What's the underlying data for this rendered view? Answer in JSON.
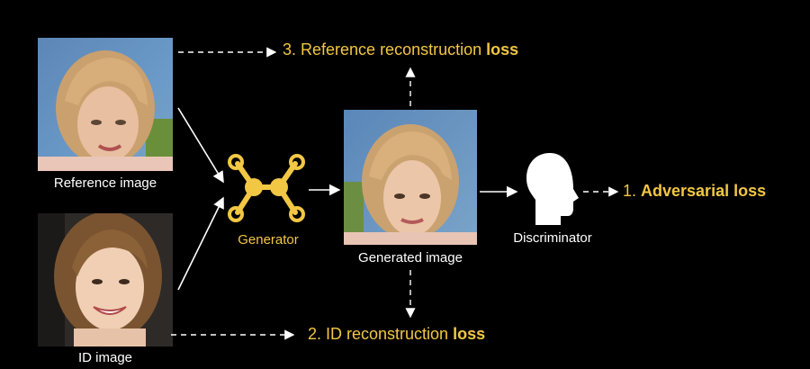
{
  "colors": {
    "background": "#000000",
    "accent": "#f2c744",
    "text": "#ffffff"
  },
  "inputs": {
    "reference": {
      "label": "Reference image",
      "photo": "blonde woman with bangs, blurred studio background"
    },
    "id": {
      "label": "ID image",
      "photo": "brunette woman smiling, outdoor event background"
    }
  },
  "generator": {
    "label": "Generator",
    "icon": "generator-network-icon"
  },
  "output": {
    "label": "Generated image",
    "photo": "face-swapped portrait, blonde hair with bangs"
  },
  "discriminator": {
    "label": "Discriminator",
    "icon": "head-silhouette-icon"
  },
  "losses": {
    "adversarial": {
      "prefix": "1. ",
      "text": "Adversarial loss",
      "bold": ""
    },
    "id": {
      "prefix": "2. ",
      "text": "ID reconstruction ",
      "bold": "loss"
    },
    "reference": {
      "prefix": "3. ",
      "text": "Reference reconstruction ",
      "bold": "loss"
    }
  }
}
